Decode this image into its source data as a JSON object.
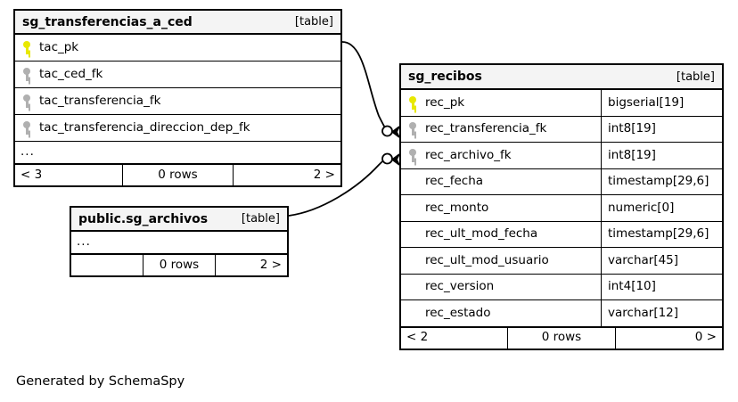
{
  "diagram": {
    "caption": "Generated by SchemaSpy",
    "table_tag": "[table]",
    "ellipsis": "...",
    "rows_label": "0 rows"
  },
  "tables": {
    "transferencias": {
      "title": "sg_transferencias_a_ced",
      "tag": "[table]",
      "columns": [
        {
          "name": "tac_pk",
          "key": "pk"
        },
        {
          "name": "tac_ced_fk",
          "key": "fk"
        },
        {
          "name": "tac_transferencia_fk",
          "key": "fk"
        },
        {
          "name": "tac_transferencia_direccion_dep_fk",
          "key": "fk"
        }
      ],
      "more": "...",
      "footer": {
        "left": "< 3",
        "middle": "0 rows",
        "right": "2 >"
      }
    },
    "archivos": {
      "title": "public.sg_archivos",
      "tag": "[table]",
      "more": "...",
      "footer": {
        "left": "",
        "middle": "0 rows",
        "right": "2 >"
      }
    },
    "recibos": {
      "title": "sg_recibos",
      "tag": "[table]",
      "columns": [
        {
          "name": "rec_pk",
          "type": "bigserial[19]",
          "key": "pk"
        },
        {
          "name": "rec_transferencia_fk",
          "type": "int8[19]",
          "key": "fk"
        },
        {
          "name": "rec_archivo_fk",
          "type": "int8[19]",
          "key": "fk"
        },
        {
          "name": "rec_fecha",
          "type": "timestamp[29,6]",
          "key": "none"
        },
        {
          "name": "rec_monto",
          "type": "numeric[0]",
          "key": "none"
        },
        {
          "name": "rec_ult_mod_fecha",
          "type": "timestamp[29,6]",
          "key": "none"
        },
        {
          "name": "rec_ult_mod_usuario",
          "type": "varchar[45]",
          "key": "none"
        },
        {
          "name": "rec_version",
          "type": "int4[10]",
          "key": "none"
        },
        {
          "name": "rec_estado",
          "type": "varchar[12]",
          "key": "none"
        }
      ],
      "footer": {
        "left": "< 2",
        "middle": "0 rows",
        "right": "0 >"
      }
    }
  },
  "relationships": [
    {
      "from": "sg_transferencias_a_ced.tac_pk",
      "to": "sg_recibos.rec_transferencia_fk"
    },
    {
      "from": "public.sg_archivos",
      "to": "sg_recibos.rec_archivo_fk"
    }
  ],
  "colors": {
    "primary_key": "#e8e800",
    "foreign_key": "#b0b0b0",
    "header_background": "#f4f4f4",
    "border": "#000000",
    "background": "#ffffff"
  }
}
